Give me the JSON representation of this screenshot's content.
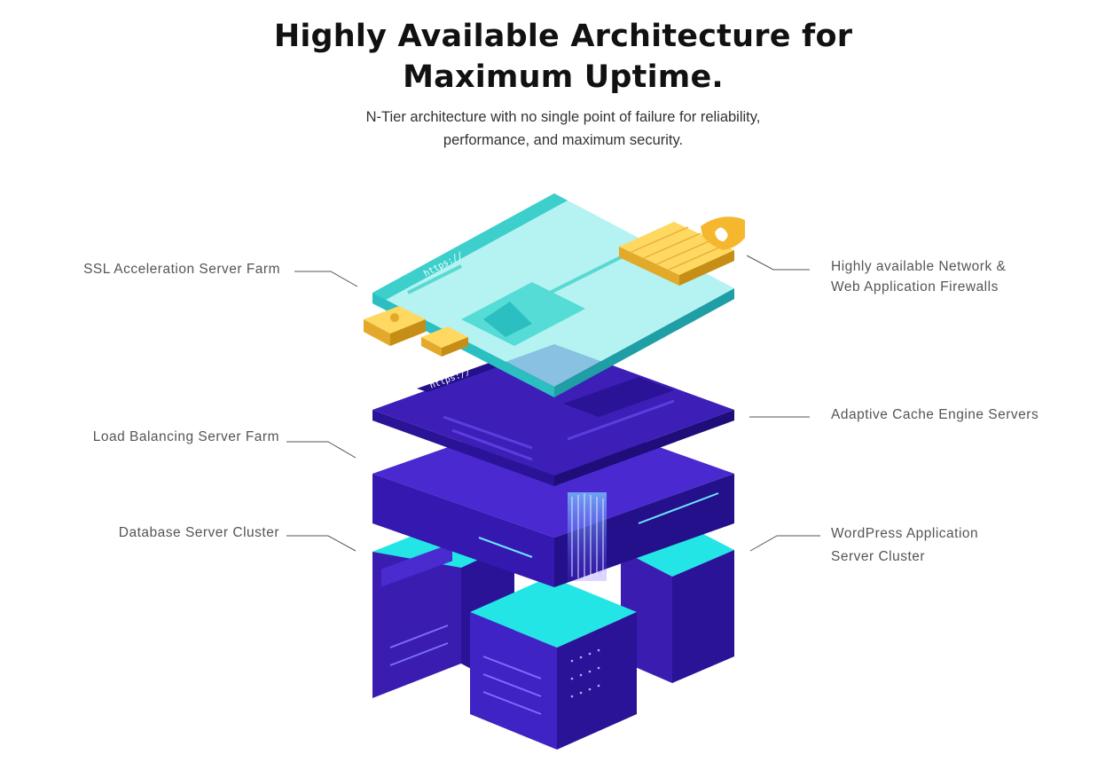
{
  "header": {
    "title_line1": "Highly Available Architecture for",
    "title_line2": "Maximum Uptime.",
    "subtitle_line1": "N-Tier architecture with no single point of failure for reliability,",
    "subtitle_line2": "performance, and maximum security."
  },
  "diagram": {
    "labels": {
      "ssl": "SSL Acceleration Server Farm",
      "load_balancing": "Load Balancing Server Farm",
      "database": "Database Server Cluster",
      "firewalls_line1": "Highly available Network &",
      "firewalls_line2": "Web Application Firewalls",
      "cache": "Adaptive Cache Engine Servers",
      "wordpress_line1": "WordPress Application",
      "wordpress_line2": "Server Cluster"
    },
    "screen_url_text": "https://",
    "colors": {
      "teal_layer": "#9ff0ee",
      "purple_layer": "#3d1fb8",
      "dark_purple": "#2a1396",
      "cyan_glow": "#2de8e8",
      "gold": "#f7c648"
    }
  }
}
